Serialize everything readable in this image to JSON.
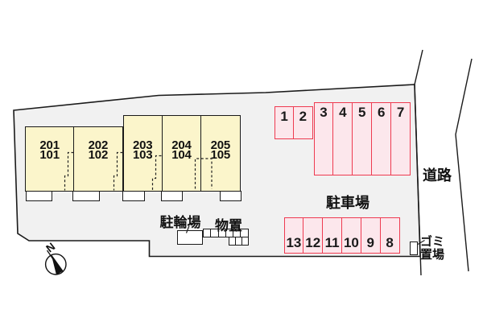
{
  "colors": {
    "site_fill": "#f1f1f1",
    "outline": "#1a1a1a",
    "building_fill": "#fbf5cb",
    "parking_fill": "#fce7ec",
    "parking_border": "#ee3a50",
    "text": "#111111"
  },
  "building": {
    "units": [
      {
        "upper": "201",
        "lower": "101"
      },
      {
        "upper": "202",
        "lower": "102"
      },
      {
        "upper": "203",
        "lower": "103"
      },
      {
        "upper": "204",
        "lower": "104"
      },
      {
        "upper": "205",
        "lower": "105"
      }
    ]
  },
  "parking": {
    "label": "駐車場",
    "top_row": [
      "1",
      "2",
      "3",
      "4",
      "5",
      "6",
      "7"
    ],
    "bottom_row": [
      "13",
      "12",
      "11",
      "10",
      "9",
      "8"
    ]
  },
  "labels": {
    "bicycle_parking": "駐輪場",
    "storage": "物置",
    "road": "道路",
    "garbage_line1": "ゴミ",
    "garbage_line2": "置場",
    "compass_north": "N"
  }
}
